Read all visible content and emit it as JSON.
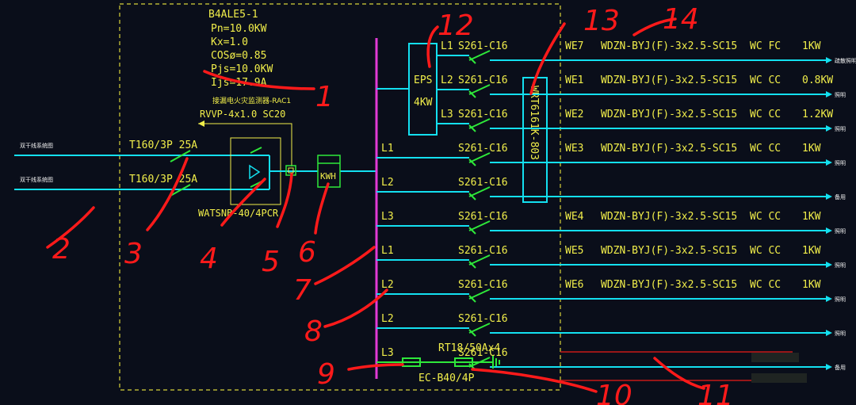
{
  "panel": {
    "name": "B4ALE5-1",
    "params": [
      "Pn=10.0KW",
      "Kx=1.0",
      "COSø=0.85",
      "Pjs=10.0KW",
      "Ijs=17.9A"
    ],
    "monitor_label": "接漏电火灾监测器-RAC1",
    "monitor_cable": "RVVP-4x1.0  SC20"
  },
  "incoming": {
    "labels": [
      "双干线系统图",
      "双干线系统图"
    ],
    "breaker_1": "T160/3P  25A",
    "breaker_2": "T160/3P  25A",
    "ats_model": "WATSNB-40/4PCR",
    "meter": "KWH"
  },
  "eps": {
    "label": "EPS",
    "power": "4KW"
  },
  "wrt": {
    "label": "WRT6161K-803"
  },
  "branches": [
    {
      "phase": "L1",
      "breaker": "S261-C16",
      "id": "WE7",
      "cable": "WDZN-BYJ(F)-3x2.5-SC15",
      "install": "WC  FC",
      "power": "1KW",
      "use": "疏散照明"
    },
    {
      "phase": "L2",
      "breaker": "S261-C16",
      "id": "WE1",
      "cable": "WDZN-BYJ(F)-3x2.5-SC15",
      "install": "WC  CC",
      "power": "0.8KW",
      "use": "照明"
    },
    {
      "phase": "L3",
      "breaker": "S261-C16",
      "id": "WE2",
      "cable": "WDZN-BYJ(F)-3x2.5-SC15",
      "install": "WC  CC",
      "power": "1.2KW",
      "use": "照明"
    },
    {
      "phase": "L1",
      "breaker": "S261-C16",
      "id": "WE3",
      "cable": "WDZN-BYJ(F)-3x2.5-SC15",
      "install": "WC  CC",
      "power": "1KW",
      "use": "照明"
    },
    {
      "phase": "L2",
      "breaker": "S261-C16",
      "id": "",
      "cable": "",
      "install": "",
      "power": "",
      "use": "备用"
    },
    {
      "phase": "L3",
      "breaker": "S261-C16",
      "id": "WE4",
      "cable": "WDZN-BYJ(F)-3x2.5-SC15",
      "install": "WC  CC",
      "power": "1KW",
      "use": "照明"
    },
    {
      "phase": "L1",
      "breaker": "S261-C16",
      "id": "WE5",
      "cable": "WDZN-BYJ(F)-3x2.5-SC15",
      "install": "WC  CC",
      "power": "1KW",
      "use": "照明"
    },
    {
      "phase": "L2",
      "breaker": "S261-C16",
      "id": "WE6",
      "cable": "WDZN-BYJ(F)-3x2.5-SC15",
      "install": "WC  CC",
      "power": "1KW",
      "use": "照明"
    },
    {
      "phase": "L2",
      "breaker": "S261-C16",
      "id": "",
      "cable": "",
      "install": "",
      "power": "",
      "use": "照明"
    },
    {
      "phase": "L3",
      "breaker": "S261-C16",
      "id": "",
      "cable": "",
      "install": "",
      "power": "",
      "use": "备用"
    }
  ],
  "spd": {
    "fuse": "RT18/50Ax4",
    "model": "EC-B40/4P"
  },
  "annotations": [
    "1",
    "2",
    "3",
    "4",
    "5",
    "6",
    "7",
    "8",
    "9",
    "10",
    "11",
    "12",
    "13",
    "14"
  ],
  "colors": {
    "bus": "#e23ad6",
    "feeder": "#13e0f0",
    "breaker": "#2ee83a",
    "text": "#f1ee4a",
    "markup": "#ff1a1a"
  }
}
